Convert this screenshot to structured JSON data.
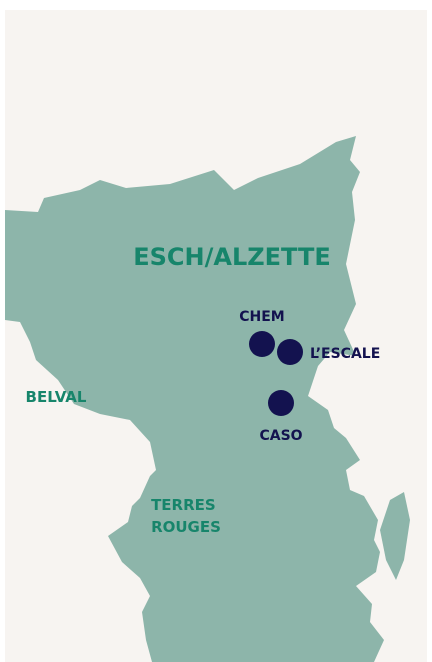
{
  "colors": {
    "background": "#f7f4f1",
    "region": "#8db5aa",
    "region_label": "#17856b",
    "marker": "#13124f"
  },
  "regions": {
    "esch": "ESCH/ALZETTE",
    "belval": "BELVAL",
    "terres_rouges": [
      "TERRES",
      "ROUGES"
    ]
  },
  "points_of_interest": [
    {
      "name": "CHEM",
      "marker_icon": "filled-circle-icon"
    },
    {
      "name": "L’ESCALE",
      "marker_icon": "filled-circle-icon"
    },
    {
      "name": "CASO",
      "marker_icon": "filled-circle-icon"
    }
  ]
}
